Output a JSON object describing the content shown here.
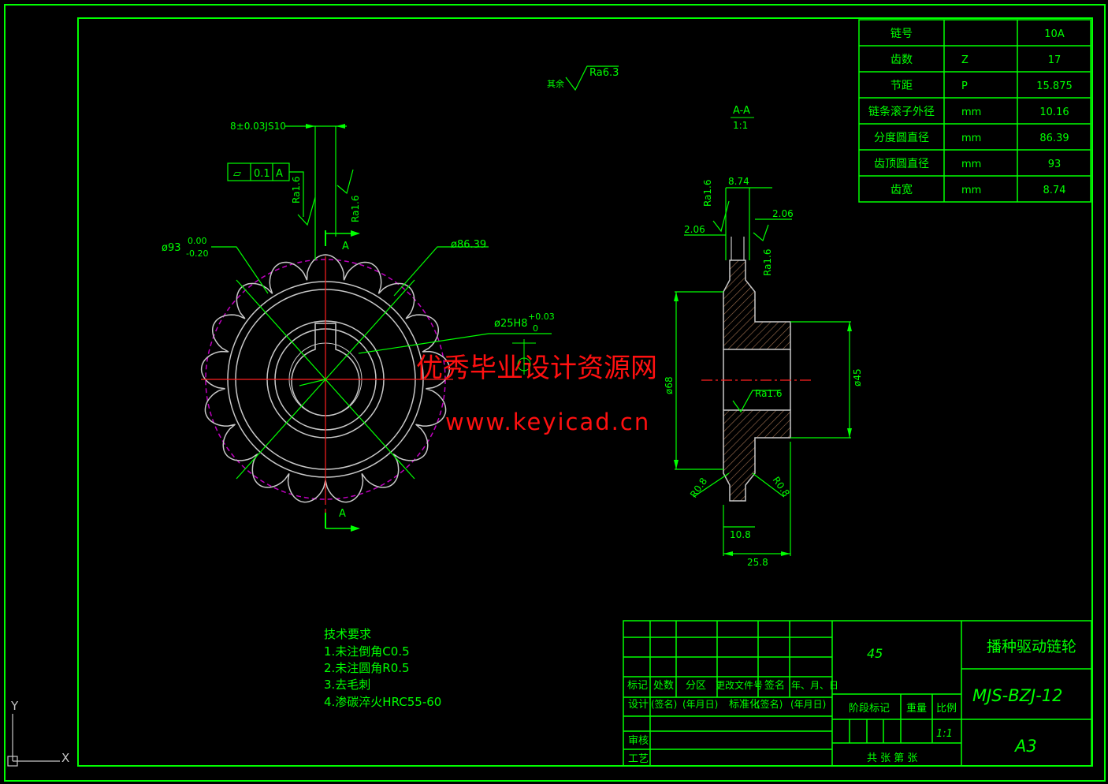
{
  "colors": {
    "background": "#000000",
    "frame": "#00ff00",
    "outline": "#c8c8c8",
    "center": "#ff2020",
    "dim": "#00ff00",
    "pitch": "#c000c0",
    "hatch": "#a07050",
    "watermark": "#ff1010"
  },
  "spec_table": [
    {
      "name": "链号",
      "symbol": "",
      "value": "10A"
    },
    {
      "name": "齿数",
      "symbol": "Z",
      "value": "17"
    },
    {
      "name": "节距",
      "symbol": "P",
      "value": "15.875"
    },
    {
      "name": "链条滚子外径",
      "symbol": "mm",
      "value": "10.16"
    },
    {
      "name": "分度圆直径",
      "symbol": "mm",
      "value": "86.39"
    },
    {
      "name": "齿顶圆直径",
      "symbol": "mm",
      "value": "93"
    },
    {
      "name": "齿宽",
      "symbol": "mm",
      "value": "8.74"
    }
  ],
  "front_view": {
    "roughness_other": "其余",
    "roughness_other_value": "Ra6.3",
    "keyway_dim": "8±0.03JS10",
    "flatness_symbol": "⏥",
    "flatness_value": "0.1",
    "flatness_datum": "A",
    "ra_left": "Ra1.6",
    "ra_right": "Ra1.6",
    "section_mark_top": "A",
    "section_mark_bottom": "A",
    "od_dim": "ø93",
    "od_tol_upper": "0.00",
    "od_tol_lower": "-0.20",
    "pitch_dim": "ø86.39",
    "bore_dim": "ø25H8",
    "bore_tol_upper": "+0.03",
    "bore_tol_lower": "0"
  },
  "section_view": {
    "title": "A-A",
    "scale": "1:1",
    "width_dim": "8.74",
    "chamfer_left": "2.06",
    "chamfer_right": "2.06",
    "ra_top": "Ra1.6",
    "ra_right": "Ra1.6",
    "ra_bore": "Ra1.6",
    "d68": "ø68",
    "d45": "ø45",
    "r_left": "R0.8",
    "r_right": "R0.8",
    "dim_108": "10.8",
    "dim_258": "25.8"
  },
  "watermark": {
    "line1": "优秀毕业设计资源网",
    "line2": "www.keyicad.cn"
  },
  "tech_requirements": {
    "title": "技术要求",
    "items": [
      "1.未注倒角C0.5",
      "2.未注圆角R0.5",
      "3.去毛刺",
      "4.渗碳淬火HRC55-60"
    ]
  },
  "title_block": {
    "material": "45",
    "part_name": "播种驱动链轮",
    "drawing_no": "MJS-BZJ-12",
    "sheet_size": "A3",
    "scale_value": "1:1",
    "header_labels": [
      "标记",
      "处数",
      "分区",
      "更改文件号",
      "签名",
      "年、月、日"
    ],
    "row_design": [
      "设计",
      "(签名)",
      "(年月日)",
      "标准化",
      "(签名)",
      "(年月日)"
    ],
    "stage_label": "阶段标记",
    "weight_label": "重量",
    "scale_label": "比例",
    "review_label": "审核",
    "process_label": "工艺",
    "sheet_count": "共   张  第   张"
  },
  "ucs": {
    "y": "Y",
    "x": "X"
  }
}
